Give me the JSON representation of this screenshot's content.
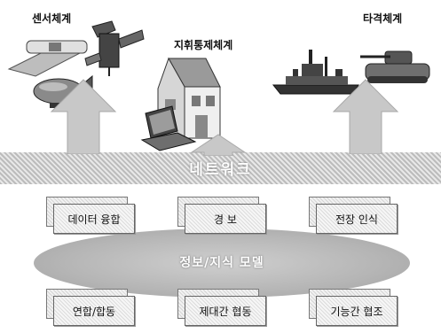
{
  "titles": {
    "sensor": "센서체계",
    "command": "지휘통제체계",
    "strike": "타격체계"
  },
  "network": {
    "label": "네트워크"
  },
  "center_label": "정보/지식 모델",
  "top_cards": [
    "데이터 융합",
    "경 보",
    "전장 인식"
  ],
  "bottom_cards": [
    "연합/합동",
    "제대간 협동",
    "기능간 협조"
  ]
}
